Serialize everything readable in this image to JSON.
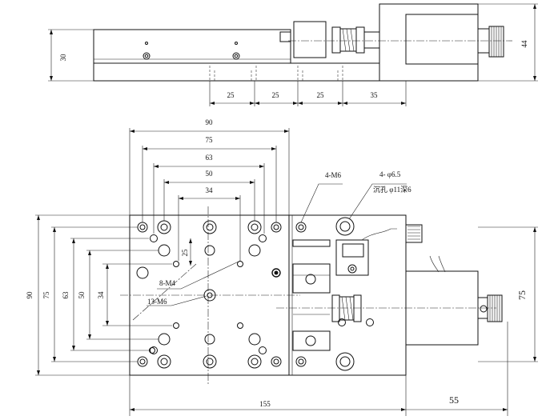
{
  "top_view_dims": {
    "height_left": "30",
    "height_right": "44",
    "spacing_1": "25",
    "spacing_2": "25",
    "spacing_3": "25",
    "spacing_4": "35"
  },
  "plan_view_dims": {
    "width_90": "90",
    "width_75": "75",
    "width_63": "63",
    "width_50": "50",
    "width_34": "34",
    "pitch_25": "25",
    "height_90": "90",
    "height_75": "75",
    "height_63": "63",
    "height_50": "50",
    "height_34": "34",
    "motor_height_75": "75",
    "overall_length": "155",
    "motor_length": "55"
  },
  "annotations": {
    "tapped_m6": "4-M6",
    "through_holes": "4- φ6.5",
    "counterbore": "沉孔 φ11深6",
    "tapped_m4": "8-M4",
    "center_m6": "13-M6"
  }
}
